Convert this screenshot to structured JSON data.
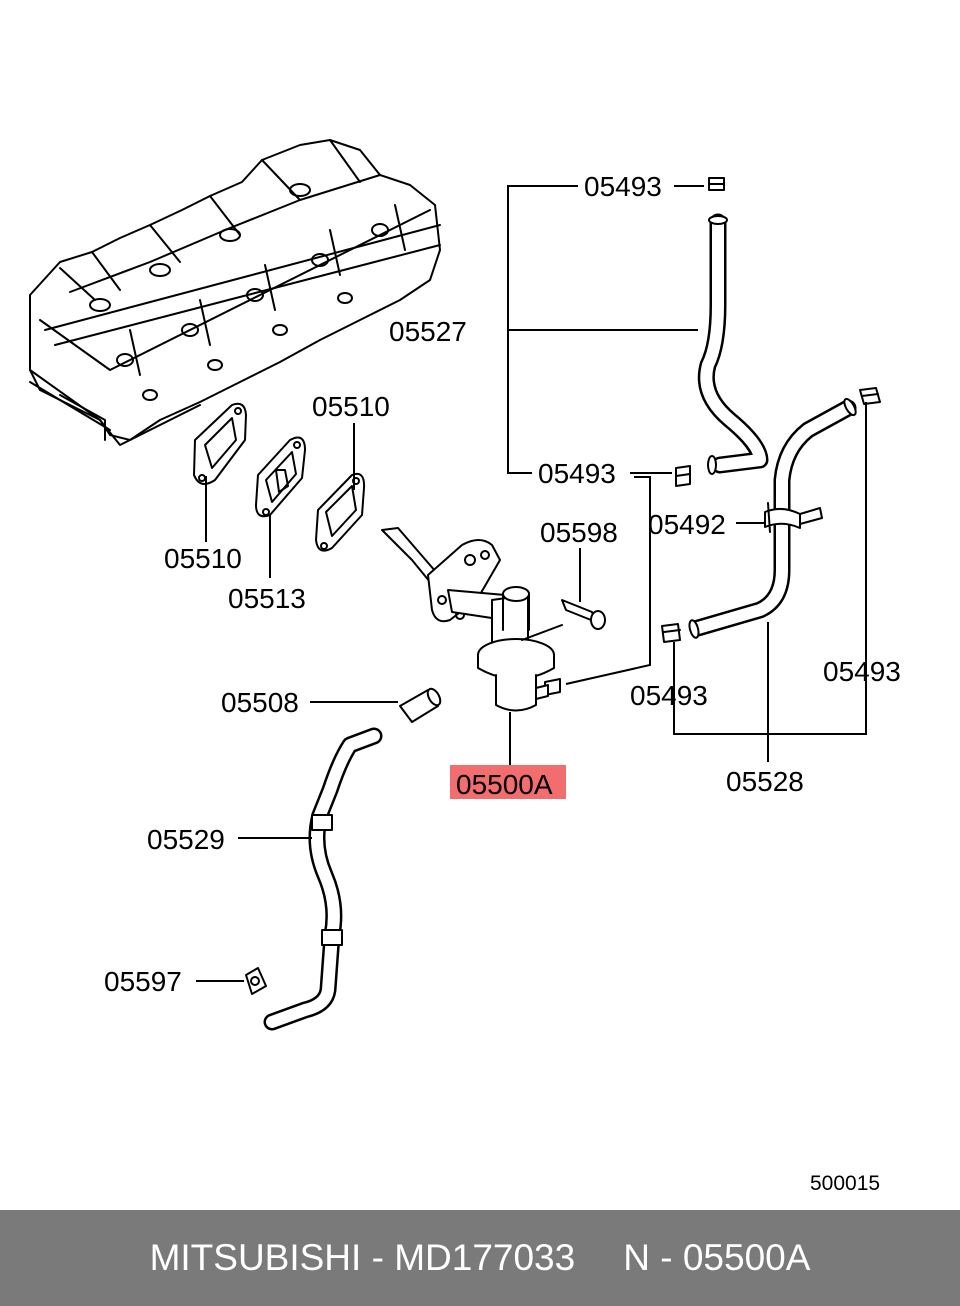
{
  "callouts": {
    "c05493_top": "05493",
    "c05527": "05527",
    "c05510_right": "05510",
    "c05493_mid": "05493",
    "c05598": "05598",
    "c05492": "05492",
    "c05510_left": "05510",
    "c05513": "05513",
    "c05493_right": "05493",
    "c05508": "05508",
    "c05493_low": "05493",
    "c05500A": "05500A",
    "c05528": "05528",
    "c05529": "05529",
    "c05597": "05597"
  },
  "highlight_color": "#f26d6d",
  "diagram_number": "500015",
  "footer": {
    "brand": "MITSUBISHI",
    "separator1": " - ",
    "part_number": "MD177033",
    "ref_prefix": "N",
    "separator2": " - ",
    "ref_code": "05500A"
  }
}
